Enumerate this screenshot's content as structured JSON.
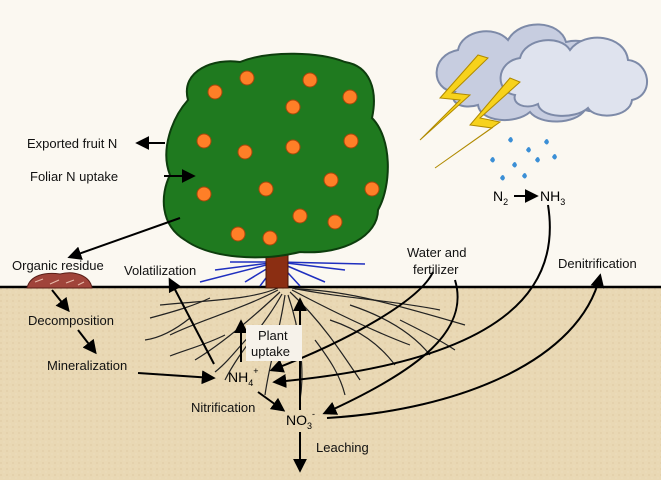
{
  "labels": {
    "exported_fruit_n": "Exported fruit N",
    "foliar_n_uptake": "Foliar N uptake",
    "organic_residue": "Organic residue",
    "volatilization": "Volatilization",
    "water_and": "Water and",
    "fertilizer": "fertilizer",
    "denitrification": "Denitrification",
    "decomposition": "Decomposition",
    "mineralization": "Mineralization",
    "plant": "Plant",
    "uptake": "uptake",
    "nitrification": "Nitrification",
    "leaching": "Leaching"
  },
  "chem": {
    "n2_base": "N",
    "n2_sub": "2",
    "nh3_base": "NH",
    "nh3_sub": "3",
    "nh4_base": "NH",
    "nh4_sub": "4",
    "nh4_sup": "+",
    "no3_base": "NO",
    "no3_sub": "3",
    "no3_sup": "-"
  },
  "colors": {
    "sky": "#ffffff",
    "soil": "#e9d8b4",
    "canopy": "#1f7a1f",
    "fruit": "#ff7f27",
    "trunk": "#8b2e12",
    "residue": "#a0443a",
    "cloud": "#c9cfe0",
    "lightning": "#f7d21c",
    "rain": "#3b8fd6",
    "sprinkler": "#1f2fbf"
  }
}
